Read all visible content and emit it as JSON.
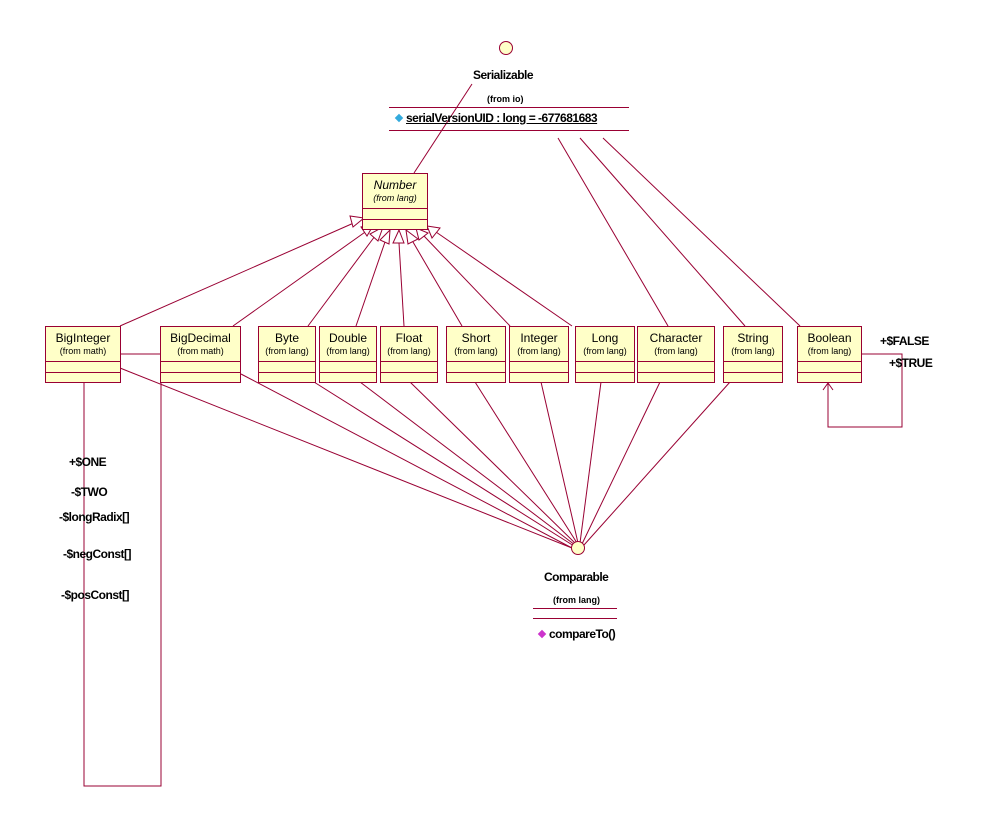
{
  "serializable": {
    "name": "Serializable",
    "from": "(from io)",
    "attribute": "serialVersionUID : long = -677681683"
  },
  "number": {
    "name": "Number",
    "from": "(from lang)"
  },
  "comparable": {
    "name": "Comparable",
    "from": "(from lang)",
    "operation": "compareTo()"
  },
  "classes": [
    {
      "name": "BigInteger",
      "from": "(from math)"
    },
    {
      "name": "BigDecimal",
      "from": "(from math)"
    },
    {
      "name": "Byte",
      "from": "(from lang)"
    },
    {
      "name": "Double",
      "from": "(from lang)"
    },
    {
      "name": "Float",
      "from": "(from lang)"
    },
    {
      "name": "Short",
      "from": "(from lang)"
    },
    {
      "name": "Integer",
      "from": "(from lang)"
    },
    {
      "name": "Long",
      "from": "(from lang)"
    },
    {
      "name": "Character",
      "from": "(from lang)"
    },
    {
      "name": "String",
      "from": "(from lang)"
    },
    {
      "name": "Boolean",
      "from": "(from lang)"
    }
  ],
  "biginteger_roles": [
    "+$ONE",
    "-$TWO",
    "-$longRadix[]",
    "-$negConst[]",
    "-$posConst[]"
  ],
  "boolean_roles": [
    "+$FALSE",
    "+$TRUE"
  ],
  "colors": {
    "line": "#990033",
    "fill": "#ffffc8",
    "attribute_icon": "#33aadd",
    "operation_icon": "#cc33cc"
  }
}
